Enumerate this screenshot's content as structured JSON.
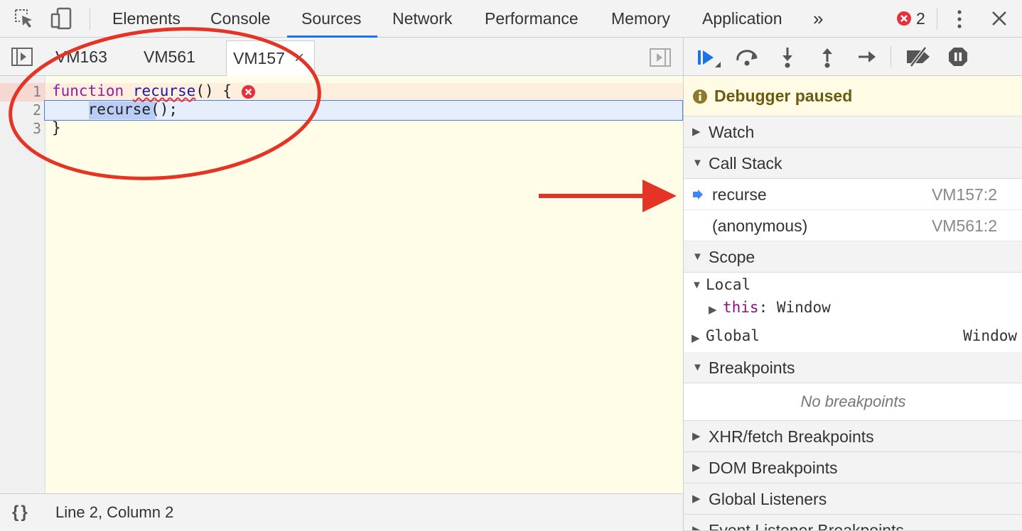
{
  "toolbar": {
    "tabs": [
      "Elements",
      "Console",
      "Sources",
      "Network",
      "Performance",
      "Memory",
      "Application"
    ],
    "more_label": "»",
    "error_count": "2"
  },
  "editor": {
    "file_tabs": [
      "VM163",
      "VM561",
      "VM157"
    ],
    "close_glyph": "×",
    "line_numbers": [
      "1",
      "2",
      "3"
    ],
    "code": {
      "l1_kw": "function",
      "l1_fn": "recurse",
      "l1_rest": "() {",
      "l2_indent": "    ",
      "l2_call": "recurse",
      "l2_rest": "();",
      "l3": "}"
    },
    "status": {
      "format_glyph": "{}",
      "cursor": "Line 2, Column 2"
    }
  },
  "debugger": {
    "paused_text": "Debugger paused",
    "sections": {
      "watch": "Watch",
      "call_stack": "Call Stack",
      "scope": "Scope",
      "breakpoints": "Breakpoints",
      "xhr": "XHR/fetch Breakpoints",
      "dom": "DOM Breakpoints",
      "global_listeners": "Global Listeners",
      "event_listener": "Event Listener Breakpoints"
    },
    "call_stack": [
      {
        "name": "recurse",
        "loc": "VM157:2"
      },
      {
        "name": "(anonymous)",
        "loc": "VM561:2"
      }
    ],
    "scope": {
      "local": "Local",
      "this_key": "this",
      "this_sep": ":",
      "this_val": "Window",
      "global": "Global",
      "global_val": "Window"
    },
    "no_breakpoints": "No breakpoints"
  },
  "colors": {
    "accent": "#1a73e8",
    "error": "#e8303a",
    "annotation": "#e53325"
  }
}
